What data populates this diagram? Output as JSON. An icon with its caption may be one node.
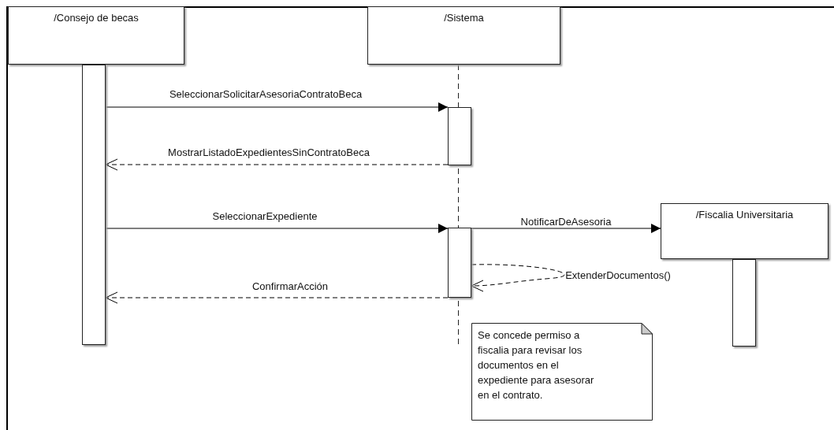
{
  "diagram": {
    "nodes": [
      {
        "text": [
          "/Consejo de becas"
        ]
      },
      {
        "text": [
          "/Sistema"
        ]
      },
      {
        "text": [
          "/Fiscalia Universitaria"
        ]
      },
      {
        "text": [],
        "shape": "bar"
      },
      {
        "text": [],
        "shape": "bar"
      },
      {
        "text": [],
        "shape": "bar"
      },
      {
        "text": [],
        "shape": "bar"
      },
      {
        "text": [
          "Se concede permiso a fiscalia para revisar los documentos en el expediente para asesorar en el contrato."
        ]
      }
    ],
    "edges": [
      {
        "from": 3,
        "to": 4,
        "arrow": "to",
        "label": "SeleccionarSolicitarAsesoriaContratoBeca"
      },
      {
        "from": 4,
        "to": 3,
        "arrow": "to",
        "label": "MostrarListadoExpedientesSinContratoBeca",
        "style": "dashed"
      },
      {
        "from": 3,
        "to": 5,
        "arrow": "to",
        "label": "SeleccionarExpediente"
      },
      {
        "from": 5,
        "to": 2,
        "arrow": "to",
        "label": "NotificarDeAsesoria"
      },
      {
        "from": 5,
        "to": 5,
        "arrow": "to",
        "label": "ExtenderDocumentos()",
        "style": "dashed"
      },
      {
        "from": 5,
        "to": 3,
        "arrow": "to",
        "label": "ConfirmarAcción",
        "style": "dashed"
      }
    ]
  }
}
